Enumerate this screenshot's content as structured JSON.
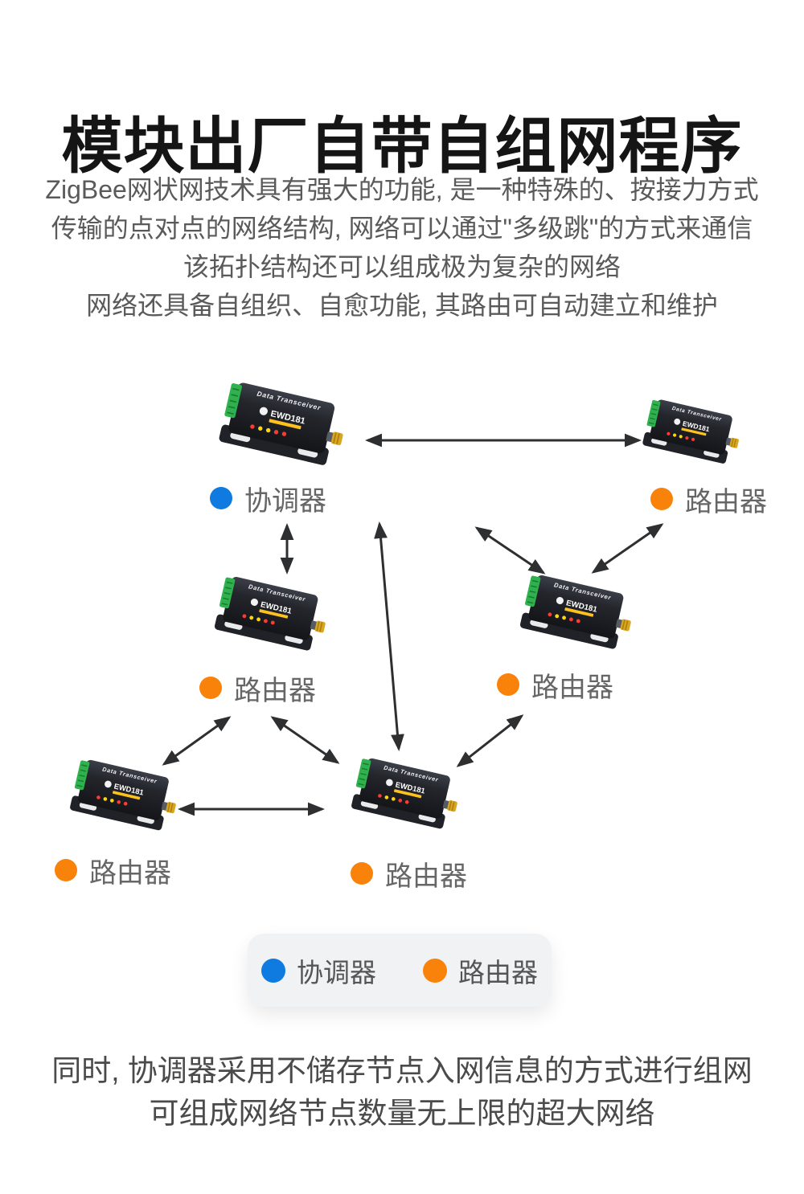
{
  "page": {
    "title": "模块出厂自带自组网程序",
    "intro_lines": [
      "ZigBee网状网技术具有强大的功能, 是一种特殊的、按接力方式",
      "传输的点对点的网络结构, 网络可以通过\"多级跳\"的方式来通信",
      "该拓扑结构还可以组成极为复杂的网络",
      "网络还具备自组织、自愈功能, 其路由可自动建立和维护"
    ],
    "footer_lines": [
      "同时, 协调器采用不储存节点入网信息的方式进行组网",
      "可组成网络节点数量无上限的超大网络"
    ]
  },
  "diagram": {
    "device_title": "Data Transceiver",
    "device_model": "EWD181",
    "colors": {
      "coordinator": "#0f7ae0",
      "router": "#f8820a",
      "arrow": "#2e2f31"
    },
    "nodes": [
      {
        "id": "coordinator",
        "type": "coordinator",
        "label": "协调器"
      },
      {
        "id": "router-top-right",
        "type": "router",
        "label": "路由器"
      },
      {
        "id": "router-middle-left",
        "type": "router",
        "label": "路由器"
      },
      {
        "id": "router-middle-right",
        "type": "router",
        "label": "路由器"
      },
      {
        "id": "router-bottom-left",
        "type": "router",
        "label": "路由器"
      },
      {
        "id": "router-bottom-center",
        "type": "router",
        "label": "路由器"
      }
    ],
    "edges": [
      [
        "coordinator",
        "router-top-right"
      ],
      [
        "coordinator",
        "router-middle-left"
      ],
      [
        "coordinator",
        "router-bottom-center"
      ],
      [
        "coordinator",
        "router-middle-right"
      ],
      [
        "router-top-right",
        "router-middle-right"
      ],
      [
        "router-middle-left",
        "router-bottom-left"
      ],
      [
        "router-middle-left",
        "router-bottom-center"
      ],
      [
        "router-bottom-left",
        "router-bottom-center"
      ],
      [
        "router-middle-right",
        "router-bottom-center"
      ]
    ],
    "legend": [
      {
        "type": "coordinator",
        "label": "协调器"
      },
      {
        "type": "router",
        "label": "路由器"
      }
    ]
  }
}
